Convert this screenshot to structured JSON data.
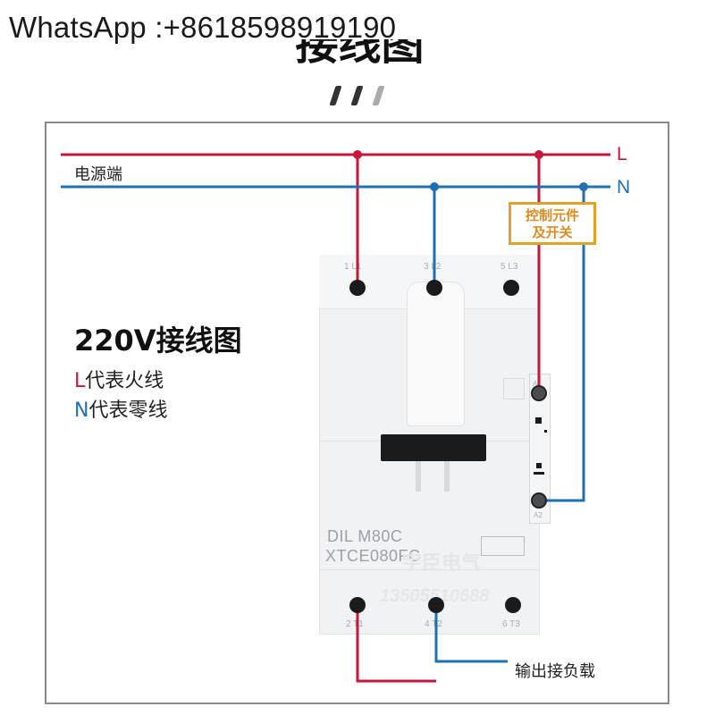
{
  "watermark": "WhatsApp :+8618598919190",
  "title": "接线图",
  "labels": {
    "power_end": "电源端",
    "L": "L",
    "N": "N",
    "control_line1": "控制元件",
    "control_line2": "及开关",
    "heading": "220V接线图",
    "legend_L_key": "L",
    "legend_L_text": "代表火线",
    "legend_N_key": "N",
    "legend_N_text": "代表零线",
    "output": "输出接负载"
  },
  "device": {
    "model1": "DIL M80C",
    "model2": "XTCE080FC",
    "faint1": "宇臣电气",
    "faint2": "13505510688",
    "top_terminals": [
      "1 L1",
      "3 L2",
      "5 L3"
    ],
    "bottom_terminals": [
      "2 T1",
      "4 T2",
      "6 T3"
    ],
    "coil_top": "A1",
    "coil_bottom": "A2"
  },
  "colors": {
    "live": "#c8163a",
    "neutral": "#1f6fb5",
    "control_box": "#e2a22a",
    "device_body": "#f1f2f4",
    "handle": "#1b1b1b"
  }
}
